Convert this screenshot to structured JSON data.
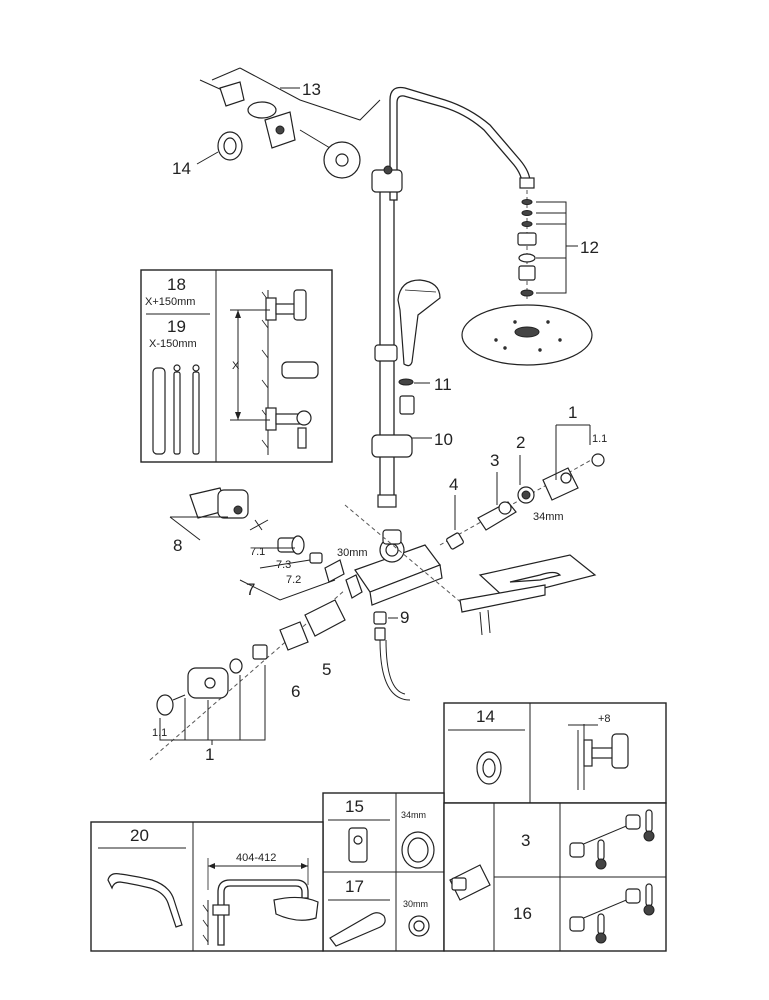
{
  "callouts": {
    "c1_top": "1",
    "c1_1_top": "1.1",
    "c2": "2",
    "c3": "3",
    "c4": "4",
    "c5": "5",
    "c6": "6",
    "c7": "7",
    "c7_1": "7.1",
    "c7_2": "7.2",
    "c7_3": "7.3",
    "c8": "8",
    "c9": "9",
    "c10": "10",
    "c11": "11",
    "c12": "12",
    "c13": "13",
    "c14": "14",
    "c1_bottom": "1",
    "c1_1_bottom": "1.1"
  },
  "dimensions": {
    "d34mm": "34mm",
    "d30mm": "30mm",
    "x": "X"
  },
  "inset_height": {
    "p18": "18",
    "p18_note": "X+150mm",
    "p19": "19",
    "p19_note": "X-150mm"
  },
  "inset_14": {
    "label": "14",
    "offset": "+8"
  },
  "inset_parts": {
    "p15": "15",
    "p15_size": "34mm",
    "p17": "17",
    "p17_size": "30mm",
    "p3": "3",
    "p16": "16"
  },
  "inset_20": {
    "label": "20",
    "range": "404-412"
  }
}
